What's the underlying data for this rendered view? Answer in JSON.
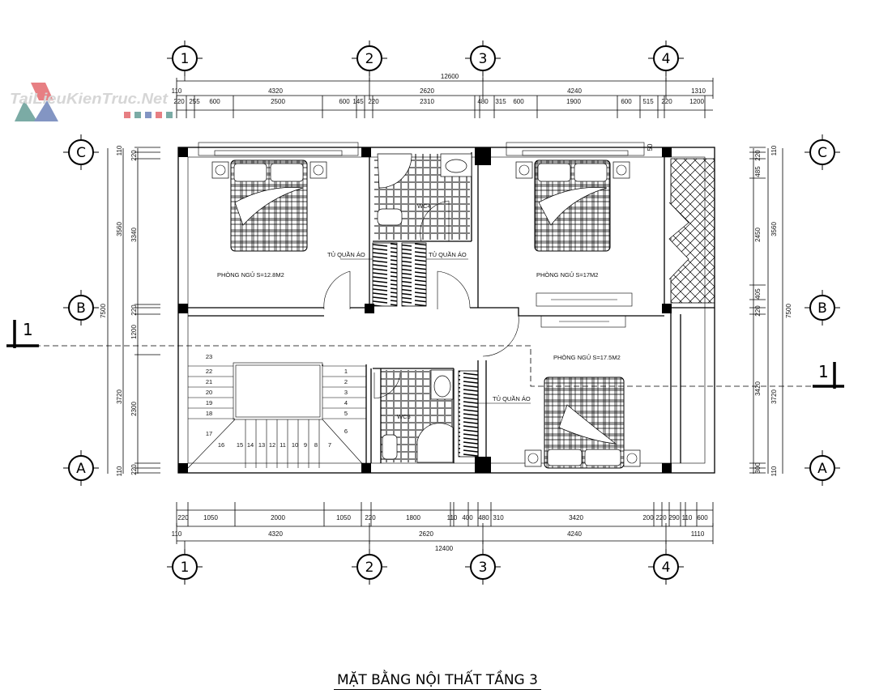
{
  "logo": {
    "text": "TaiLieuKienTruc.Net",
    "colors": [
      "#e0555a",
      "#4f8f87",
      "#5a72b0"
    ]
  },
  "grid": {
    "columns": [
      "1",
      "2",
      "3",
      "4"
    ],
    "rows": [
      "C",
      "B",
      "A"
    ]
  },
  "section_mark": "1",
  "dims": {
    "top_total": "12600",
    "top_axis": [
      "110",
      "4320",
      "2620",
      "4240",
      "1310"
    ],
    "top_detail": [
      "220",
      "255",
      "600",
      "2500",
      "600",
      "145",
      "220",
      "2310",
      "480",
      "315",
      "600",
      "1900",
      "600",
      "515",
      "220",
      "1200"
    ],
    "bottom_detail": [
      "220",
      "1050",
      "2000",
      "1050",
      "220",
      "1800",
      "110",
      "400",
      "480",
      "310",
      "3420",
      "200",
      "220",
      "290",
      "110",
      "600"
    ],
    "bottom_axis": [
      "110",
      "4320",
      "2620",
      "4240",
      "1110"
    ],
    "bottom_total": "12400",
    "left_total": "7500",
    "left_axis": [
      "110",
      "3560",
      "3720",
      "110"
    ],
    "left_detail": [
      "220",
      "3340",
      "220",
      "1200",
      "2300",
      "220"
    ],
    "right_total": "7500",
    "right_axis": [
      "110",
      "3560",
      "3720",
      "110"
    ],
    "right_detail": [
      "220",
      "485",
      "2450",
      "405",
      "220",
      "3420",
      "300"
    ],
    "window_note": "50"
  },
  "rooms": {
    "bedroom1": "PHÒNG NGỦ S=12.8M2",
    "bedroom2": "PHÒNG NGỦ S=17M2",
    "bedroom3": "PHÒNG NGỦ S=17.5M2",
    "wc_upper": "WC4",
    "wc_lower": "WC5",
    "wardrobe": "TỦ QUẦN ÁO"
  },
  "stairs": [
    "1",
    "2",
    "3",
    "4",
    "5",
    "6",
    "7",
    "8",
    "9",
    "10",
    "11",
    "12",
    "13",
    "14",
    "15",
    "16",
    "17",
    "18",
    "19",
    "20",
    "21",
    "22",
    "23"
  ],
  "title": "MẶT BẰNG NỘI THẤT TẦNG 3"
}
